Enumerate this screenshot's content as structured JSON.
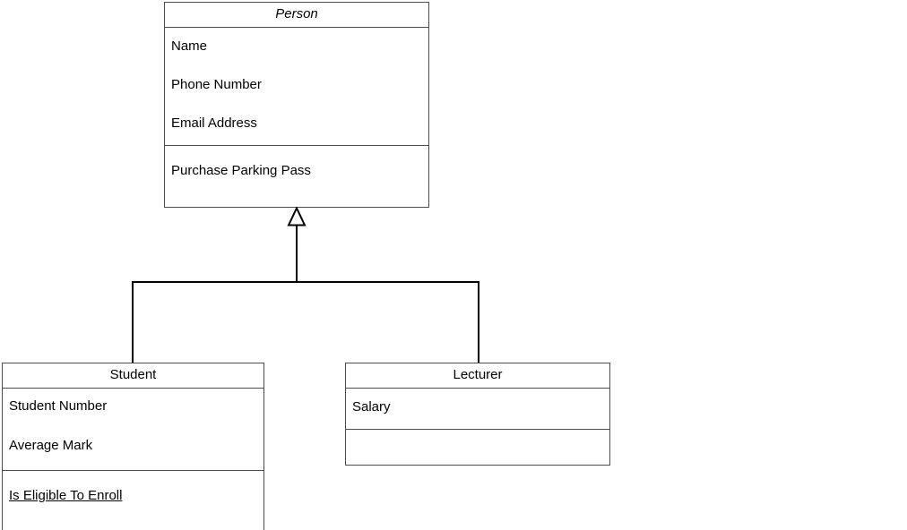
{
  "diagram": {
    "type": "uml-class-diagram",
    "notation": "UML",
    "background_color": "#ffffff",
    "line_color": "#000000",
    "border_color": "#4d4d4d",
    "text_color": "#000000"
  },
  "classes": {
    "person": {
      "name": "Person",
      "is_abstract": true,
      "attributes": [
        {
          "label": "Name",
          "static": false
        },
        {
          "label": "Phone Number",
          "static": false
        },
        {
          "label": "Email Address",
          "static": false
        }
      ],
      "operations": [
        {
          "label": "Purchase Parking Pass",
          "static": false
        }
      ]
    },
    "student": {
      "name": "Student",
      "is_abstract": false,
      "attributes": [
        {
          "label": "Student Number",
          "static": false
        },
        {
          "label": "Average Mark",
          "static": false
        }
      ],
      "operations": [
        {
          "label": "Is Eligible To Enroll",
          "static": true
        }
      ]
    },
    "lecturer": {
      "name": "Lecturer",
      "is_abstract": false,
      "attributes": [
        {
          "label": "Salary",
          "static": false
        }
      ],
      "operations": []
    }
  },
  "relationships": [
    {
      "kind": "generalization",
      "label": "",
      "source": "Student",
      "target": "Person",
      "arrowhead": "hollow-triangle"
    },
    {
      "kind": "generalization",
      "label": "",
      "source": "Lecturer",
      "target": "Person",
      "arrowhead": "hollow-triangle"
    }
  ]
}
